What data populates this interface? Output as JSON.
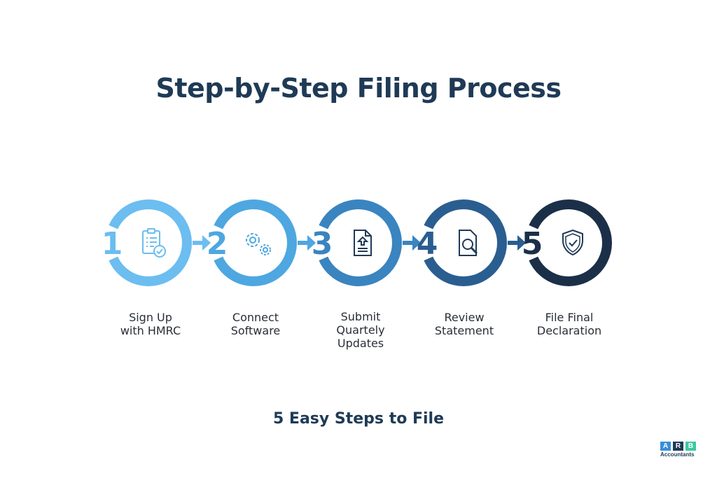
{
  "title": "Step-by-Step Filing Process",
  "subtitle": "5 Easy Steps to File",
  "steps": [
    {
      "number": "1",
      "label_line1": "Sign Up",
      "label_line2": "with HMRC",
      "label_line3": "",
      "icon": "clipboard-check-icon",
      "color": "#6cbdf0"
    },
    {
      "number": "2",
      "label_line1": "Connect",
      "label_line2": "Software",
      "label_line3": "",
      "icon": "gears-icon",
      "color": "#4ea7e0"
    },
    {
      "number": "3",
      "label_line1": "Submit",
      "label_line2": "Quartely",
      "label_line3": "Updates",
      "icon": "document-upload-icon",
      "color": "#3a84c0"
    },
    {
      "number": "4",
      "label_line1": "Review",
      "label_line2": "Statement",
      "label_line3": "",
      "icon": "document-search-icon",
      "color": "#2a5e90"
    },
    {
      "number": "5",
      "label_line1": "File Final",
      "label_line2": "Declaration",
      "label_line3": "",
      "icon": "shield-check-icon",
      "color": "#1b2f48"
    }
  ],
  "logo": {
    "letters": [
      "A",
      "R",
      "B"
    ],
    "name": "Accountants",
    "colors": [
      "#3a8fd8",
      "#1f3a56",
      "#3cc9a0"
    ]
  }
}
